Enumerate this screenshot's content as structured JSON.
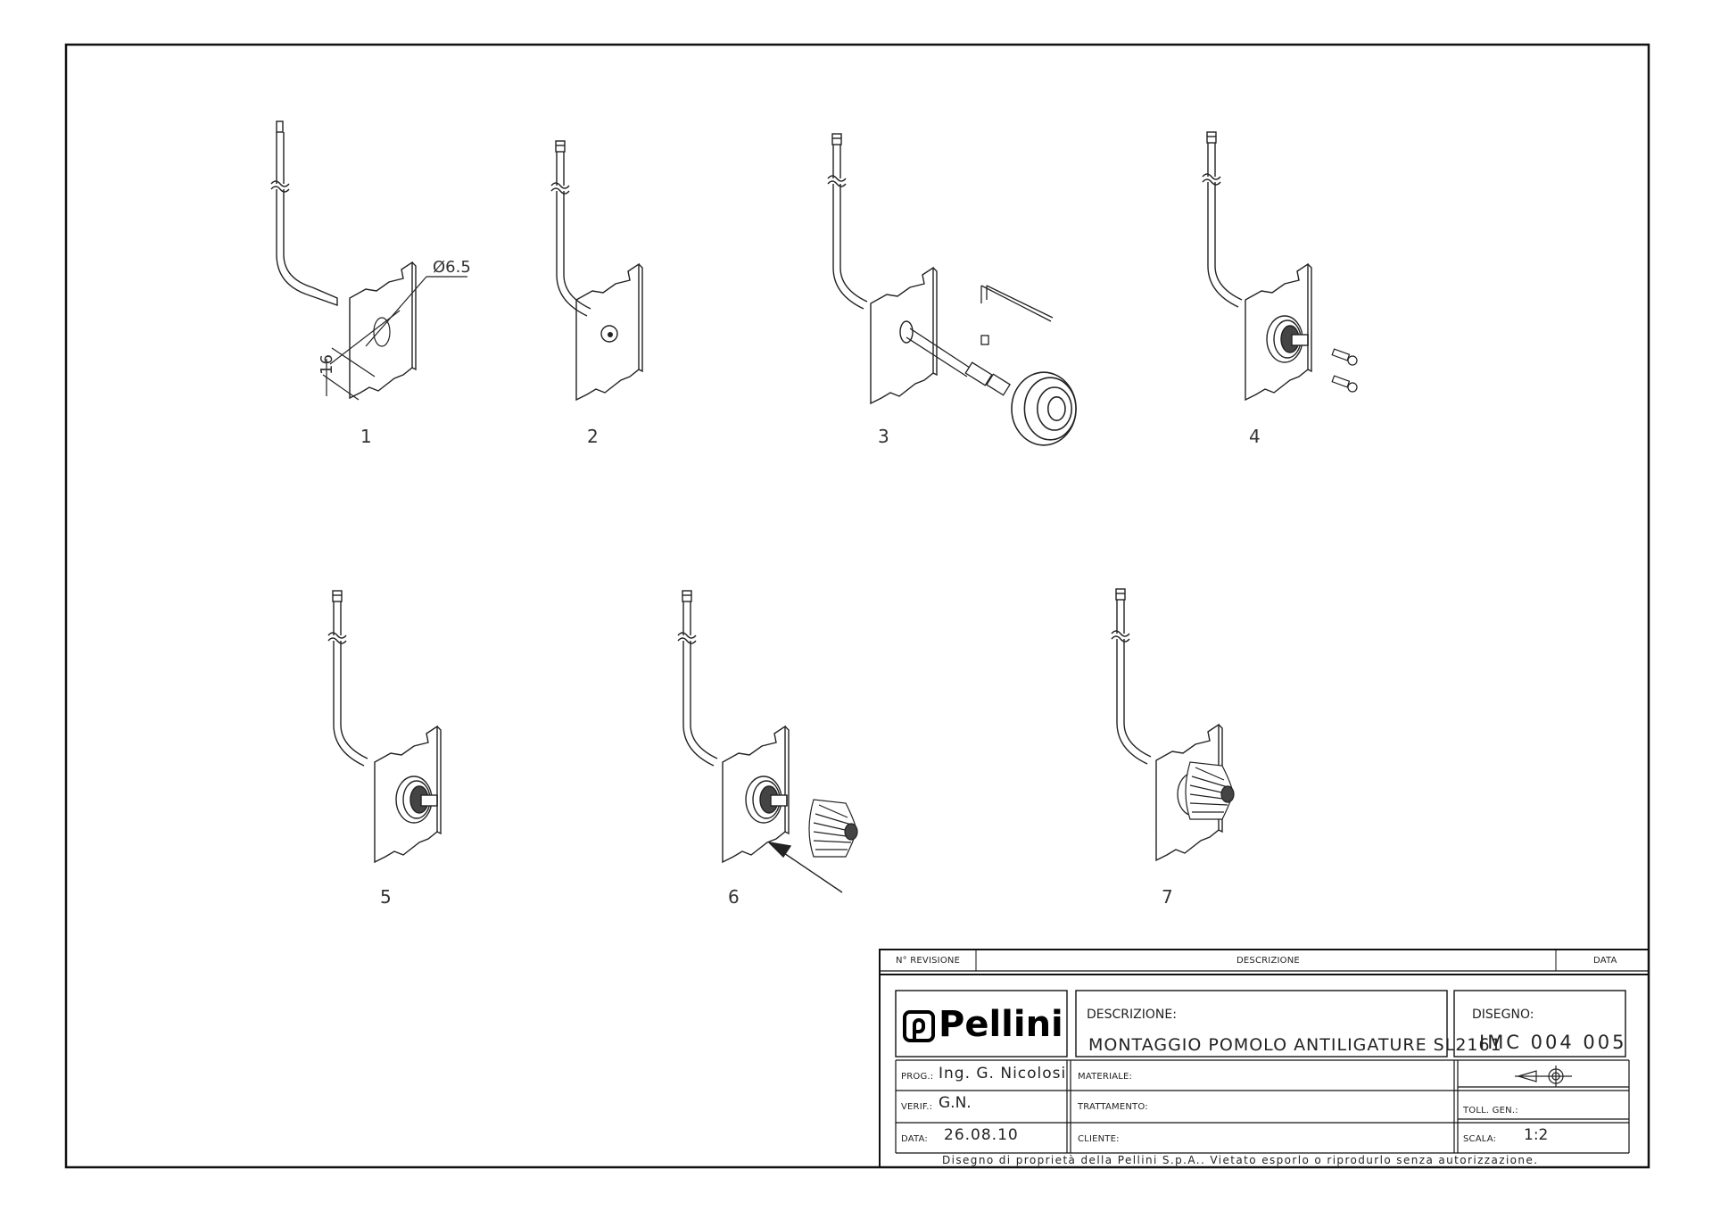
{
  "steps": [
    {
      "number": "1"
    },
    {
      "number": "2"
    },
    {
      "number": "3"
    },
    {
      "number": "4"
    },
    {
      "number": "5"
    },
    {
      "number": "6"
    },
    {
      "number": "7"
    }
  ],
  "dimensions": {
    "hole_diameter": "Ø6.5",
    "distance": "16"
  },
  "title_block": {
    "revision_header": "N° REVISIONE",
    "description_header": "DESCRIZIONE",
    "date_header": "DATA",
    "brand": "Pellini",
    "descrizione_label": "DESCRIZIONE:",
    "descrizione_value": "MONTAGGIO POMOLO ANTILIGATURE SL2161",
    "disegno_label": "DISEGNO:",
    "disegno_value": "IMC 004 005",
    "prog_label": "PROG.:",
    "prog_value": "Ing. G. Nicolosi",
    "materiale_label": "MATERIALE:",
    "verif_label": "VERIF.:",
    "verif_value": "G.N.",
    "trattamento_label": "TRATTAMENTO:",
    "toll_label": "TOLL. GEN.:",
    "data_label": "DATA:",
    "data_value": "26.08.10",
    "cliente_label": "CLIENTE:",
    "scala_label": "SCALA:",
    "scala_value": "1:2",
    "footer": "Disegno di proprietà della Pellini S.p.A.. Vietato esporlo o riprodurlo senza autorizzazione."
  }
}
